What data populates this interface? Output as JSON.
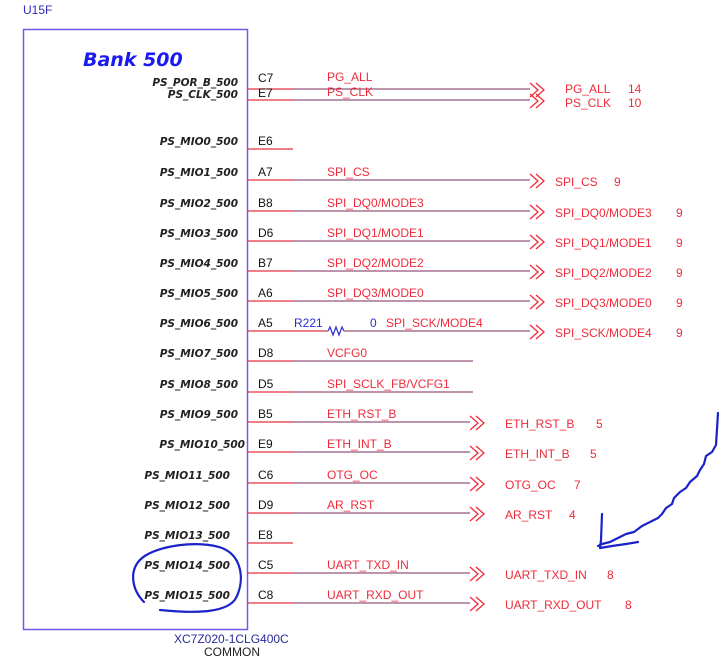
{
  "component": {
    "ref": "U15F",
    "bank_title": "Bank 500",
    "part_number": "XC7Z020-1CLG400C",
    "part_subtitle": "COMMON"
  },
  "colors": {
    "box": "#6a5cf0",
    "wire": "#e8323f",
    "wire_dark": "#7a2a5a",
    "net_text": "#ee2b3b",
    "annotation": "#1a22c8"
  },
  "pins": [
    {
      "name": "PS_POR_B_500",
      "ball": "C7",
      "net": "PG_ALL",
      "port": "PG_ALL",
      "sheet": "14",
      "type": "offpage"
    },
    {
      "name": "PS_CLK_500",
      "ball": "E7",
      "net": "PS_CLK",
      "port": "PS_CLK",
      "sheet": "10",
      "type": "offpage"
    },
    {
      "name": "PS_MIO0_500",
      "ball": "E6",
      "net": "",
      "port": "",
      "sheet": "",
      "type": "nc"
    },
    {
      "name": "PS_MIO1_500",
      "ball": "A7",
      "net": "SPI_CS",
      "port": "SPI_CS",
      "sheet": "9",
      "type": "offpage"
    },
    {
      "name": "PS_MIO2_500",
      "ball": "B8",
      "net": "SPI_DQ0/MODE3",
      "port": "SPI_DQ0/MODE3",
      "sheet": "9",
      "type": "offpage"
    },
    {
      "name": "PS_MIO3_500",
      "ball": "D6",
      "net": "SPI_DQ1/MODE1",
      "port": "SPI_DQ1/MODE1",
      "sheet": "9",
      "type": "offpage"
    },
    {
      "name": "PS_MIO4_500",
      "ball": "B7",
      "net": "SPI_DQ2/MODE2",
      "port": "SPI_DQ2/MODE2",
      "sheet": "9",
      "type": "offpage"
    },
    {
      "name": "PS_MIO5_500",
      "ball": "A6",
      "net": "SPI_DQ3/MODE0",
      "port": "SPI_DQ3/MODE0",
      "sheet": "9",
      "type": "offpage"
    },
    {
      "name": "PS_MIO6_500",
      "ball": "A5",
      "net": "SPI_SCK/MODE4",
      "port": "SPI_SCK/MODE4",
      "sheet": "9",
      "type": "resistor",
      "resistor": {
        "ref": "R221",
        "value": "0"
      }
    },
    {
      "name": "PS_MIO7_500",
      "ball": "D8",
      "net": "VCFG0",
      "port": "",
      "sheet": "",
      "type": "wire"
    },
    {
      "name": "PS_MIO8_500",
      "ball": "D5",
      "net": "SPI_SCLK_FB/VCFG1",
      "port": "",
      "sheet": "",
      "type": "wire"
    },
    {
      "name": "PS_MIO9_500",
      "ball": "B5",
      "net": "ETH_RST_B",
      "port": "ETH_RST_B",
      "sheet": "5",
      "type": "offpage2"
    },
    {
      "name": "PS_MIO10_500",
      "ball": "E9",
      "net": "ETH_INT_B",
      "port": "ETH_INT_B",
      "sheet": "5",
      "type": "offpage2"
    },
    {
      "name": "PS_MIO11_500",
      "ball": "C6",
      "net": "OTG_OC",
      "port": "OTG_OC",
      "sheet": "7",
      "type": "offpage2"
    },
    {
      "name": "PS_MIO12_500",
      "ball": "D9",
      "net": "AR_RST",
      "port": "AR_RST",
      "sheet": "4",
      "type": "offpage2"
    },
    {
      "name": "PS_MIO13_500",
      "ball": "E8",
      "net": "",
      "port": "",
      "sheet": "",
      "type": "nc"
    },
    {
      "name": "PS_MIO14_500",
      "ball": "C5",
      "net": "UART_TXD_IN",
      "port": "UART_TXD_IN",
      "sheet": "8",
      "type": "offpage2"
    },
    {
      "name": "PS_MIO15_500",
      "ball": "C8",
      "net": "UART_RXD_OUT",
      "port": "UART_RXD_OUT",
      "sheet": "8",
      "type": "offpage2"
    }
  ],
  "annotations": [
    {
      "kind": "circle",
      "target": "PS_MIO14_500 / PS_MIO15_500"
    },
    {
      "kind": "arrow",
      "target": "UART_TXD_IN"
    }
  ]
}
